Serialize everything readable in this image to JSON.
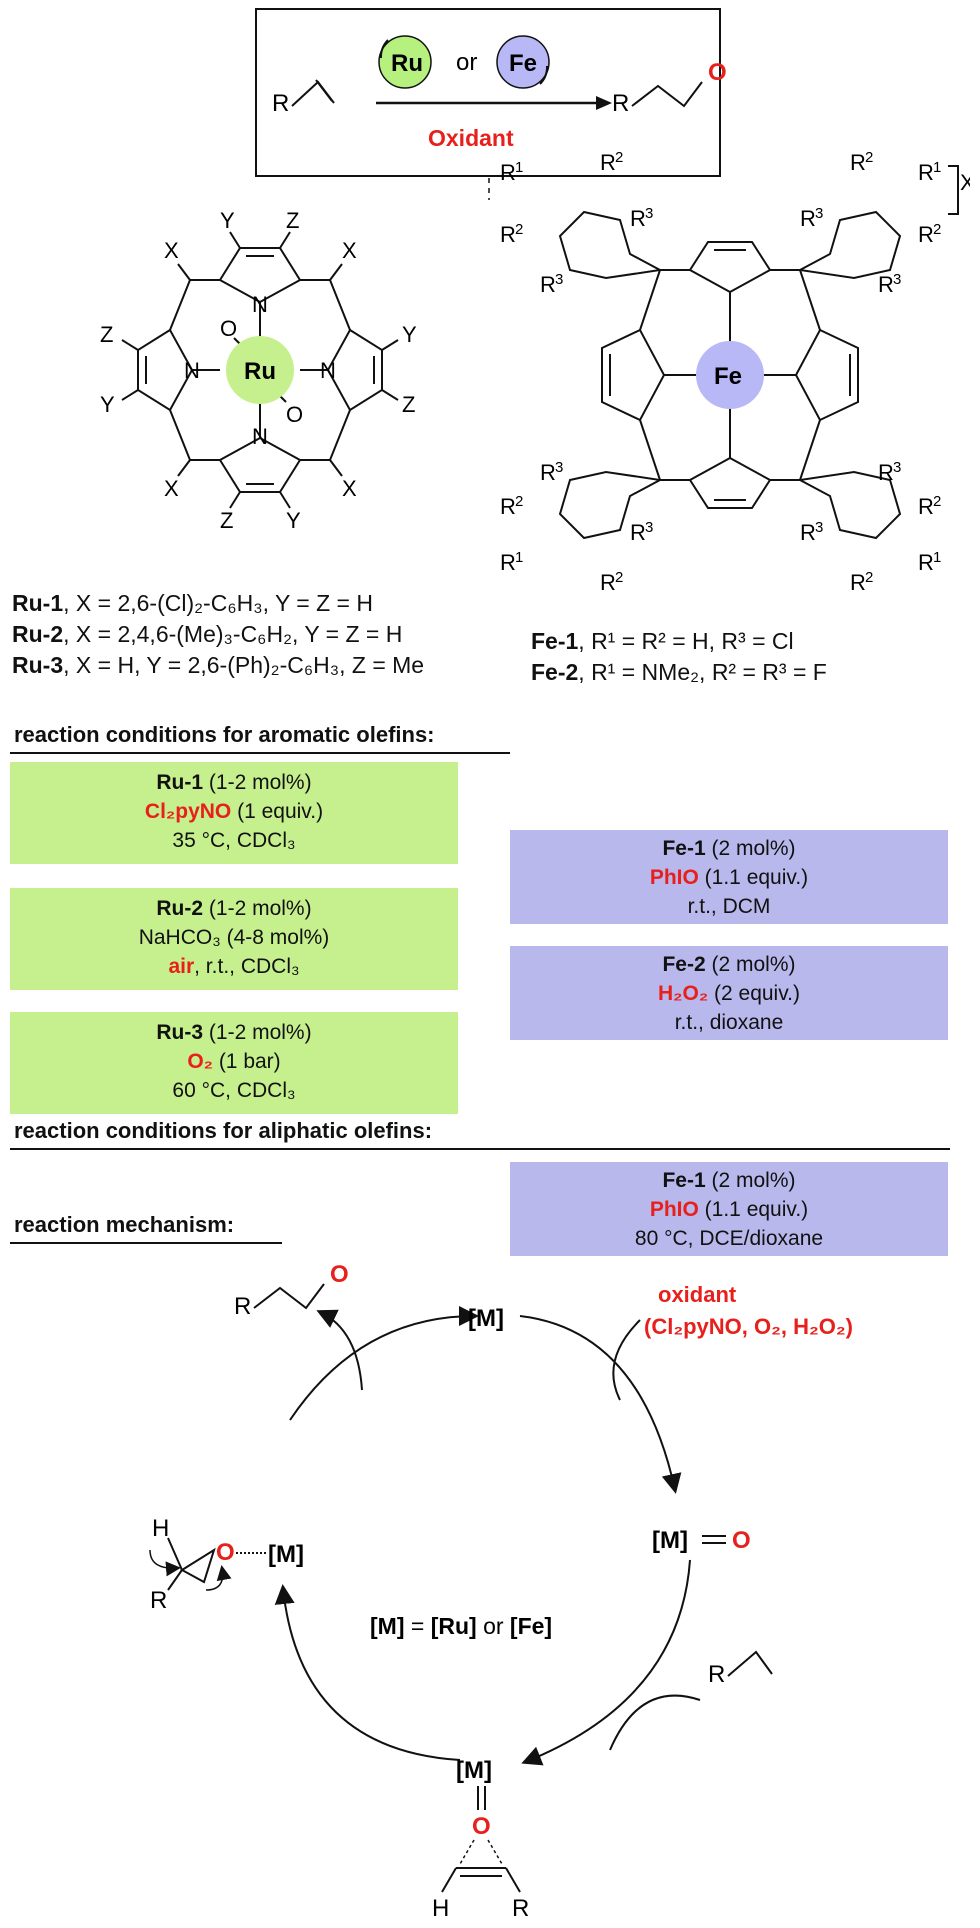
{
  "scheme": {
    "substrate_R": "R",
    "product_R": "R",
    "product_O": "O",
    "ru_badge": "Ru",
    "fe_badge": "Fe",
    "or": "or",
    "oxidant": "Oxidant"
  },
  "ru_porphyrin": {
    "metal": "Ru",
    "labels": {
      "X": "X",
      "Y": "Y",
      "Z": "Z",
      "N": "N",
      "O": "O"
    }
  },
  "fe_porphyrin": {
    "metal": "Fe",
    "counterion": "X",
    "R1": "R",
    "R2": "R",
    "R3": "R",
    "sup1": "1",
    "sup2": "2",
    "sup3": "3"
  },
  "ru_legend": [
    {
      "name": "Ru-1",
      "desc": ", X = 2,6-(Cl)₂-C₆H₃, Y = Z = H"
    },
    {
      "name": "Ru-2",
      "desc": ", X = 2,4,6-(Me)₃-C₆H₂, Y = Z = H"
    },
    {
      "name": "Ru-3",
      "desc": ", X = H, Y = 2,6-(Ph)₂-C₆H₃, Z = Me"
    }
  ],
  "fe_legend": [
    {
      "name": "Fe-1",
      "desc": ", R¹ = R² = H, R³ = Cl"
    },
    {
      "name": "Fe-2",
      "desc": ", R¹ = NMe₂, R² = R³ = F"
    }
  ],
  "sections": {
    "aromatic": "reaction conditions for aromatic olefins:",
    "aliphatic": "reaction conditions for aliphatic olefins:",
    "mechanism": "reaction mechanism:"
  },
  "conditions": {
    "ru1": {
      "cat": "Ru-1",
      "load": " (1-2 mol%)",
      "ox": "Cl₂pyNO",
      "ox_eq": " (1 equiv.)",
      "cond": "35 °C, CDCl₃"
    },
    "ru2": {
      "cat": "Ru-2",
      "load": " (1-2 mol%)",
      "add": "NaHCO₃ (4-8 mol%)",
      "ox": "air",
      "cond": ", r.t., CDCl₃"
    },
    "ru3": {
      "cat": "Ru-3",
      "load": " (1-2 mol%)",
      "ox": "O₂",
      "ox_eq": " (1 bar)",
      "cond": "60 °C, CDCl₃"
    },
    "fe1": {
      "cat": "Fe-1",
      "load": " (2 mol%)",
      "ox": "PhIO",
      "ox_eq": " (1.1 equiv.)",
      "cond": "r.t., DCM"
    },
    "fe2": {
      "cat": "Fe-2",
      "load": " (2 mol%)",
      "ox": "H₂O₂",
      "ox_eq": " (2 equiv.)",
      "cond": "r.t., dioxane"
    },
    "fe1_ali": {
      "cat": "Fe-1",
      "load": " (2 mol%)",
      "ox": "PhIO",
      "ox_eq": " (1.1 equiv.)",
      "cond": "80 °C, DCE/dioxane"
    }
  },
  "mechanism": {
    "M": "[M]",
    "M_eq_O": "[M]",
    "O": "O",
    "oxidant_title": "oxidant",
    "oxidant_list": "(Cl₂pyNO, O₂, H₂O₂)",
    "center_left": "[M]",
    "center_eq": " = ",
    "center_ru": "[Ru]",
    "center_or": " or ",
    "center_fe": "[Fe]",
    "H": "H",
    "R": "R"
  },
  "colors": {
    "ru_green": "#c6ef8e",
    "fe_purple": "#b8b8ec",
    "badge_green": "#b6f07e",
    "badge_purple": "#b7b8f5",
    "red": "#e8201c"
  }
}
